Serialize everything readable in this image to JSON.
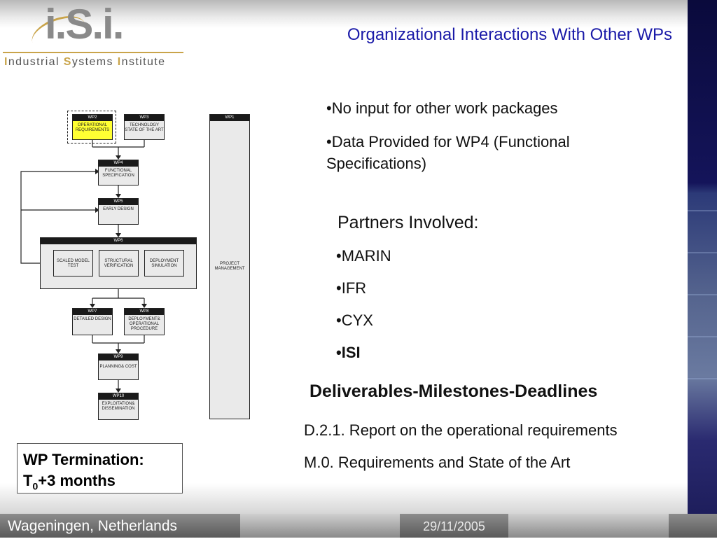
{
  "logo": {
    "mark": "i.S.i.",
    "name_parts": [
      {
        "cap": "I",
        "rest": "ndustrial "
      },
      {
        "cap": "S",
        "rest": "ystems "
      },
      {
        "cap": "I",
        "rest": "nstitute"
      }
    ]
  },
  "title": "Organizational Interactions With Other WPs",
  "bullets": [
    "•No input for other work packages",
    "•Data Provided for WP4 (Functional Specifications)"
  ],
  "partners": {
    "title": "Partners Involved:",
    "items": [
      "•MARIN",
      "•IFR",
      "•CYX",
      "•ISI"
    ]
  },
  "deliverables": {
    "title": "Deliverables-Milestones-Deadlines",
    "items": [
      "D.2.1. Report on the operational requirements",
      "M.0. Requirements and State of the Art"
    ]
  },
  "termination": {
    "line1": "WP Termination:",
    "t": "T",
    "sub": "0",
    "rest": "+3 months"
  },
  "footer": {
    "location": "Wageningen, Netherlands",
    "date": "29/11/2005"
  },
  "diagram": {
    "wp2": {
      "id": "WP2",
      "label": "OPERATIONAL REQUIREMENTS"
    },
    "wp3": {
      "id": "WP3",
      "label": "TECHNOLOGY STATE OF THE ART"
    },
    "wp1": {
      "id": "WP1",
      "label": "PROJECT MANAGEMENT"
    },
    "wp4": {
      "id": "WP4",
      "label": "FUNCTIONAL SPECIFICATION"
    },
    "wp5": {
      "id": "WP5",
      "label": "EARLY DESIGN"
    },
    "wp6": {
      "id": "WP6",
      "subs": [
        "SCALED MODEL TEST",
        "STRUCTURAL VERIFICATION",
        "DEPLOYMENT SIMULATION"
      ]
    },
    "wp7": {
      "id": "WP7",
      "label": "DETAILED DESIGN"
    },
    "wp8": {
      "id": "WP8",
      "label": "DEPLOYMENT& OPERATIONAL PROCEDURE"
    },
    "wp9": {
      "id": "WP9",
      "label": "PLANNING& COST"
    },
    "wp10": {
      "id": "WP10",
      "label": "EXPLOITATION& DISSEMINATION"
    }
  },
  "colors": {
    "title": "#1a1aa8",
    "highlight": "#ffff33",
    "logo_gold": "#c9a44a"
  }
}
